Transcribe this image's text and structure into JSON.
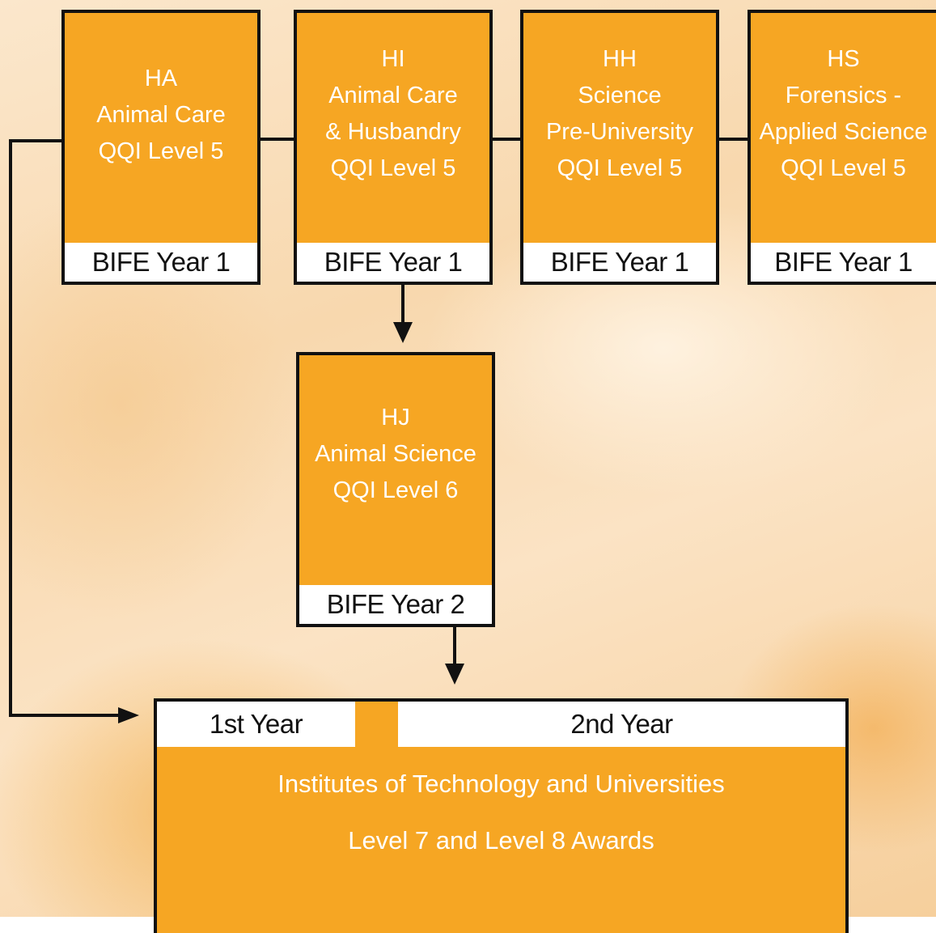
{
  "courses": [
    {
      "code": "HA",
      "lines": [
        "Animal Care",
        "QQI Level 5"
      ],
      "year": "BIFE Year 1"
    },
    {
      "code": "HI",
      "lines": [
        "Animal Care",
        "& Husbandry",
        "QQI Level 5"
      ],
      "year": "BIFE Year 1"
    },
    {
      "code": "HH",
      "lines": [
        "Science",
        "Pre-University",
        "QQI Level 5"
      ],
      "year": "BIFE Year 1"
    },
    {
      "code": "HS",
      "lines": [
        "Forensics -",
        "Applied Science",
        "QQI Level 5"
      ],
      "year": "BIFE Year 1"
    }
  ],
  "level6": {
    "code": "HJ",
    "lines": [
      "Animal Science",
      "QQI Level 6"
    ],
    "year": "BIFE Year 2"
  },
  "destination": {
    "year1": "1st Year",
    "year2": "2nd Year",
    "line1": "Institutes of Technology and Universities",
    "line2": "Level 7 and Level 8 Awards"
  },
  "colors": {
    "box_fill": "#f6a623",
    "border": "#111111",
    "label_bg": "#ffffff"
  }
}
